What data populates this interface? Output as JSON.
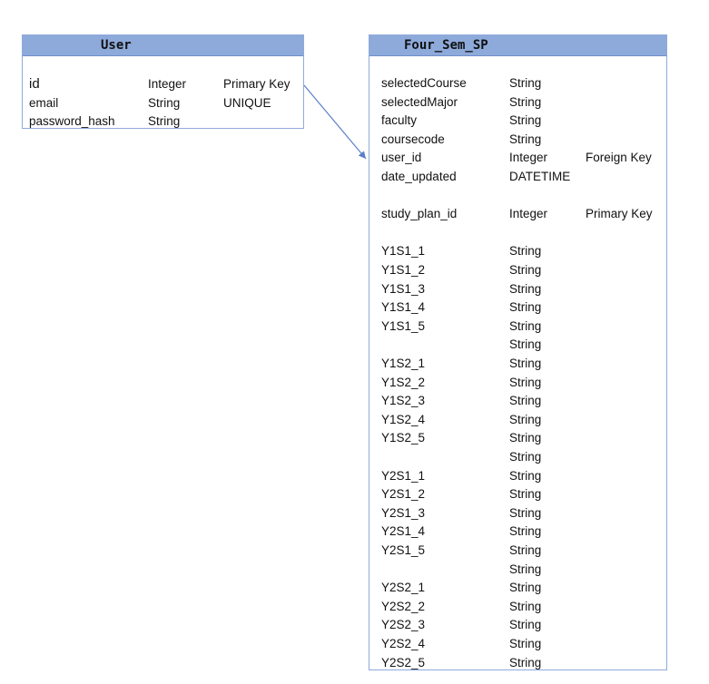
{
  "colors": {
    "header_fill": "#8eaadb",
    "border": "#8eaadb",
    "arrow": "#5b7fc7"
  },
  "tables": {
    "user": {
      "title": "User",
      "rows": [
        {
          "name": "id",
          "type": "Integer",
          "constraint": "Primary Key"
        },
        {
          "name": "email",
          "type": "String",
          "constraint": "UNIQUE"
        },
        {
          "name": "password_hash",
          "type": "String",
          "constraint": ""
        }
      ]
    },
    "four_sem_sp": {
      "title": "Four_Sem_SP",
      "rows": [
        {
          "name": "selectedCourse",
          "type": "String",
          "constraint": ""
        },
        {
          "name": "selectedMajor",
          "type": "String",
          "constraint": ""
        },
        {
          "name": "faculty",
          "type": "String",
          "constraint": ""
        },
        {
          "name": "coursecode",
          "type": "String",
          "constraint": ""
        },
        {
          "name": "user_id",
          "type": "Integer",
          "constraint": "Foreign Key"
        },
        {
          "name": "date_updated",
          "type": "DATETIME",
          "constraint": ""
        },
        {
          "name": "",
          "type": "",
          "constraint": ""
        },
        {
          "name": "study_plan_id",
          "type": "Integer",
          "constraint": "Primary Key"
        },
        {
          "name": "",
          "type": "",
          "constraint": ""
        },
        {
          "name": "Y1S1_1",
          "type": "String",
          "constraint": ""
        },
        {
          "name": "Y1S1_2",
          "type": "String",
          "constraint": ""
        },
        {
          "name": "Y1S1_3",
          "type": "String",
          "constraint": ""
        },
        {
          "name": "Y1S1_4",
          "type": "String",
          "constraint": ""
        },
        {
          "name": "Y1S1_5",
          "type": "String",
          "constraint": ""
        },
        {
          "name": "",
          "type": "String",
          "constraint": ""
        },
        {
          "name": "Y1S2_1",
          "type": "String",
          "constraint": ""
        },
        {
          "name": "Y1S2_2",
          "type": "String",
          "constraint": ""
        },
        {
          "name": "Y1S2_3",
          "type": "String",
          "constraint": ""
        },
        {
          "name": "Y1S2_4",
          "type": "String",
          "constraint": ""
        },
        {
          "name": "Y1S2_5",
          "type": "String",
          "constraint": ""
        },
        {
          "name": "",
          "type": "String",
          "constraint": ""
        },
        {
          "name": "Y2S1_1",
          "type": "String",
          "constraint": ""
        },
        {
          "name": "Y2S1_2",
          "type": "String",
          "constraint": ""
        },
        {
          "name": "Y2S1_3",
          "type": "String",
          "constraint": ""
        },
        {
          "name": "Y2S1_4",
          "type": "String",
          "constraint": ""
        },
        {
          "name": "Y2S1_5",
          "type": "String",
          "constraint": ""
        },
        {
          "name": "",
          "type": "String",
          "constraint": ""
        },
        {
          "name": "Y2S2_1",
          "type": "String",
          "constraint": ""
        },
        {
          "name": "Y2S2_2",
          "type": "String",
          "constraint": ""
        },
        {
          "name": "Y2S2_3",
          "type": "String",
          "constraint": ""
        },
        {
          "name": "Y2S2_4",
          "type": "String",
          "constraint": ""
        },
        {
          "name": "Y2S2_5",
          "type": "String",
          "constraint": ""
        }
      ]
    }
  }
}
